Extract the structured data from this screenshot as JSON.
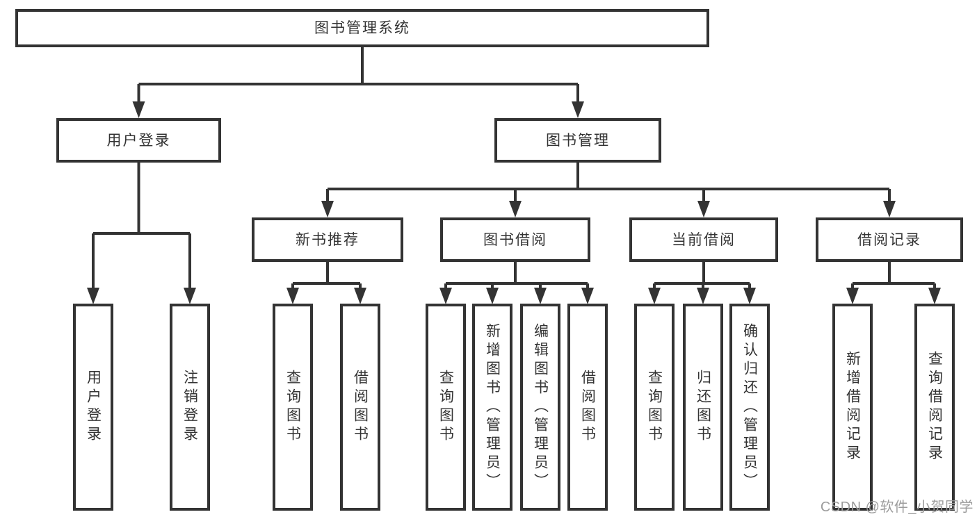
{
  "title": "图书管理系统",
  "level1": [
    {
      "label": "用户登录"
    },
    {
      "label": "图书管理"
    }
  ],
  "level2": [
    {
      "label": "新书推荐"
    },
    {
      "label": "图书借阅"
    },
    {
      "label": "当前借阅"
    },
    {
      "label": "借阅记录"
    }
  ],
  "leaves": {
    "userLogin": [
      "用户登录",
      "注销登录"
    ],
    "newBooks": [
      "查询图书",
      "借阅图书"
    ],
    "bookBorrow": [
      "查询图书",
      "新增图书（管理员）",
      "编辑图书（管理员）",
      "借阅图书"
    ],
    "currentBorrow": [
      "查询图书",
      "归还图书",
      "确认归还（管理员）"
    ],
    "borrowRecords": [
      "新增借阅记录",
      "查询借阅记录"
    ]
  },
  "watermark": "CSDN @软件_小贺同学",
  "colors": {
    "line": "#333333",
    "text": "#333333",
    "background": "#ffffff",
    "watermark": "#9c9c9c"
  }
}
